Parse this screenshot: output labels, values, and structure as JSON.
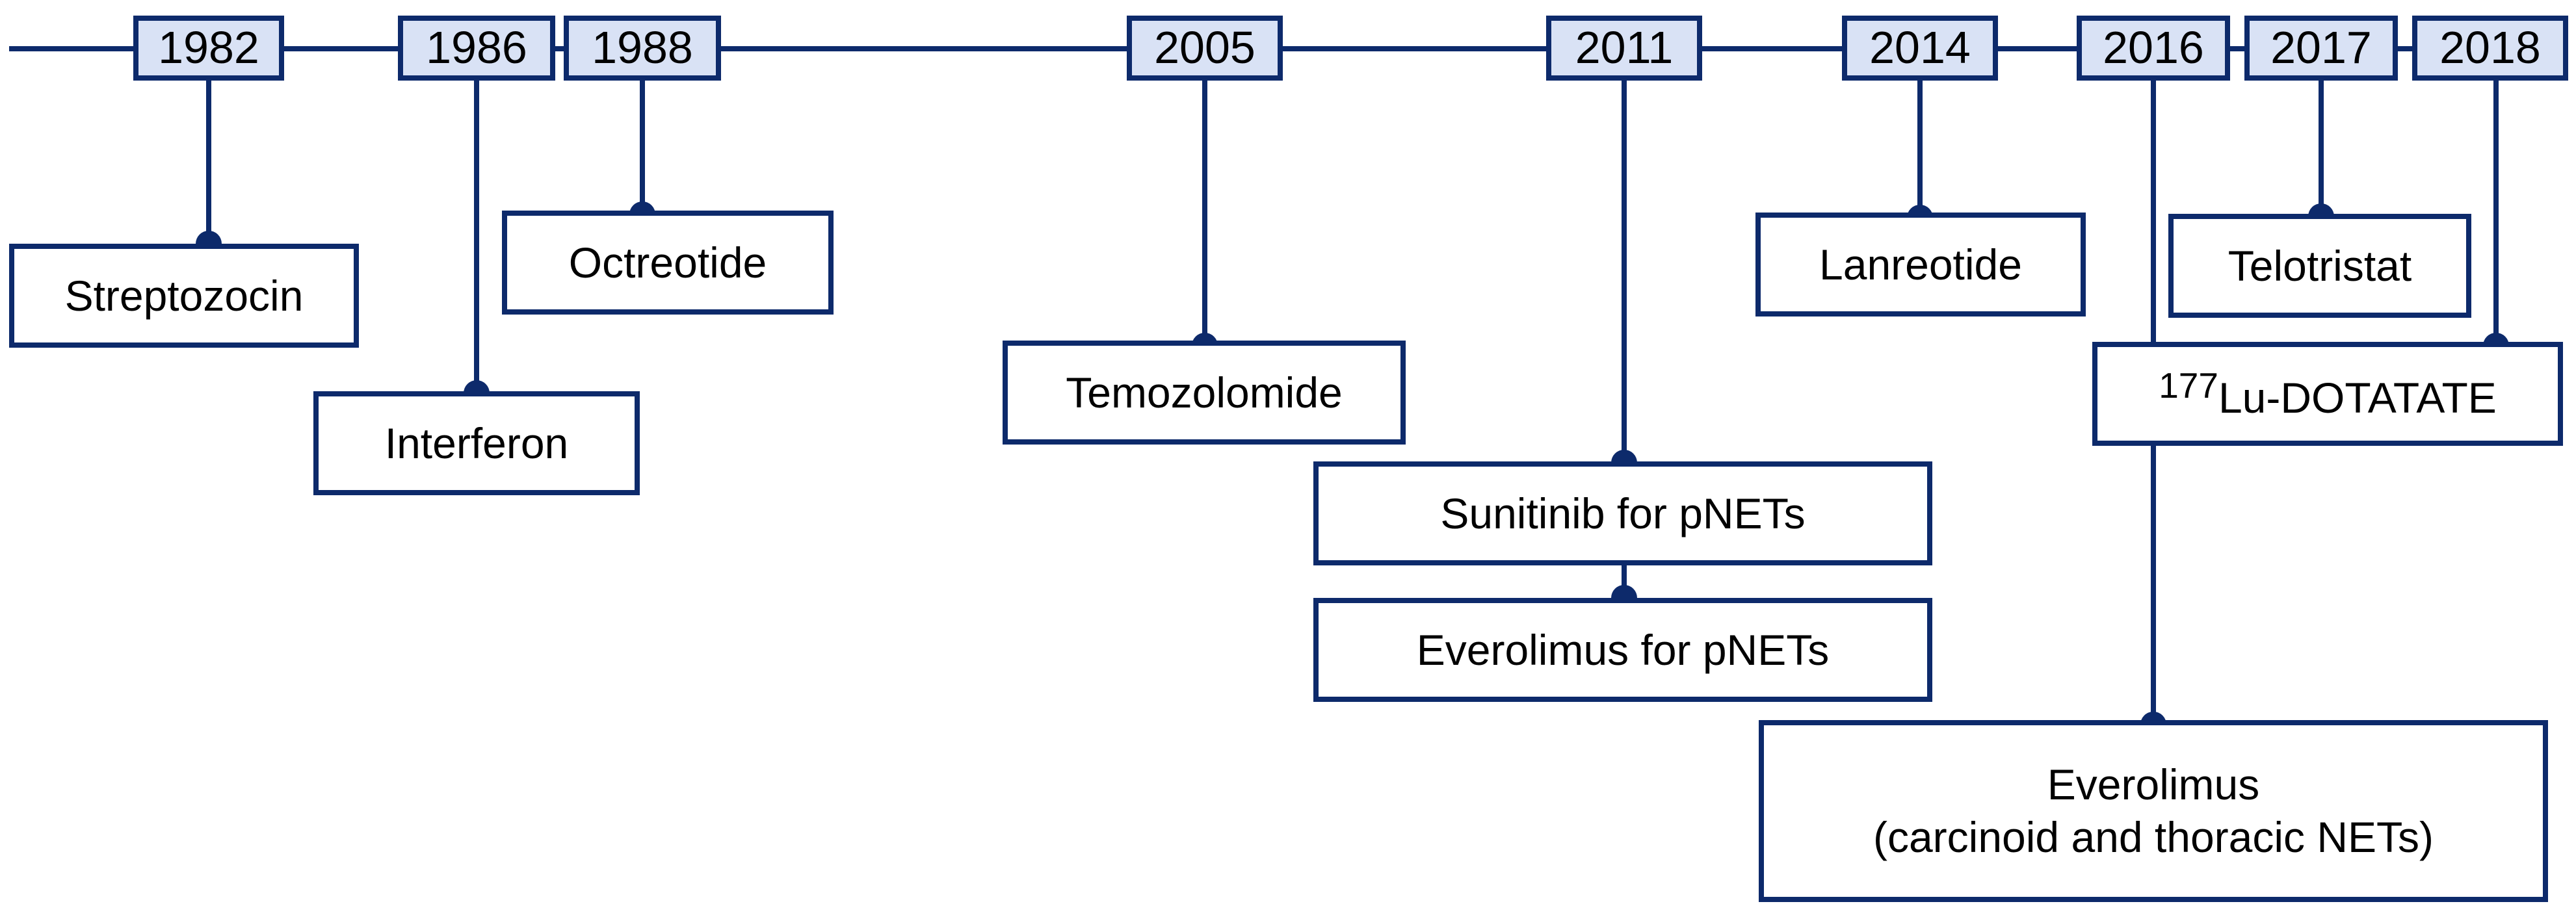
{
  "colors": {
    "line": "#0d2a6b",
    "year_fill": "#d9e2f5",
    "box_fill": "#ffffff",
    "text": "#000000"
  },
  "years": [
    "1982",
    "1986",
    "1988",
    "2005",
    "2011",
    "2014",
    "2016",
    "2017",
    "2018"
  ],
  "events": {
    "streptozocin": "Streptozocin",
    "interferon": "Interferon",
    "octreotide": "Octreotide",
    "temozolomide": "Temozolomide",
    "sunitinib": "Sunitinib for pNETs",
    "everolimus_pnets": "Everolimus for pNETs",
    "lanreotide": "Lanreotide",
    "telotristat": "Telotristat",
    "lu_dotatate_superscript": "177",
    "lu_dotatate": "Lu-DOTATATE",
    "everolimus_carcinoid_line1": "Everolimus",
    "everolimus_carcinoid_line2": "(carcinoid and thoracic NETs)"
  }
}
